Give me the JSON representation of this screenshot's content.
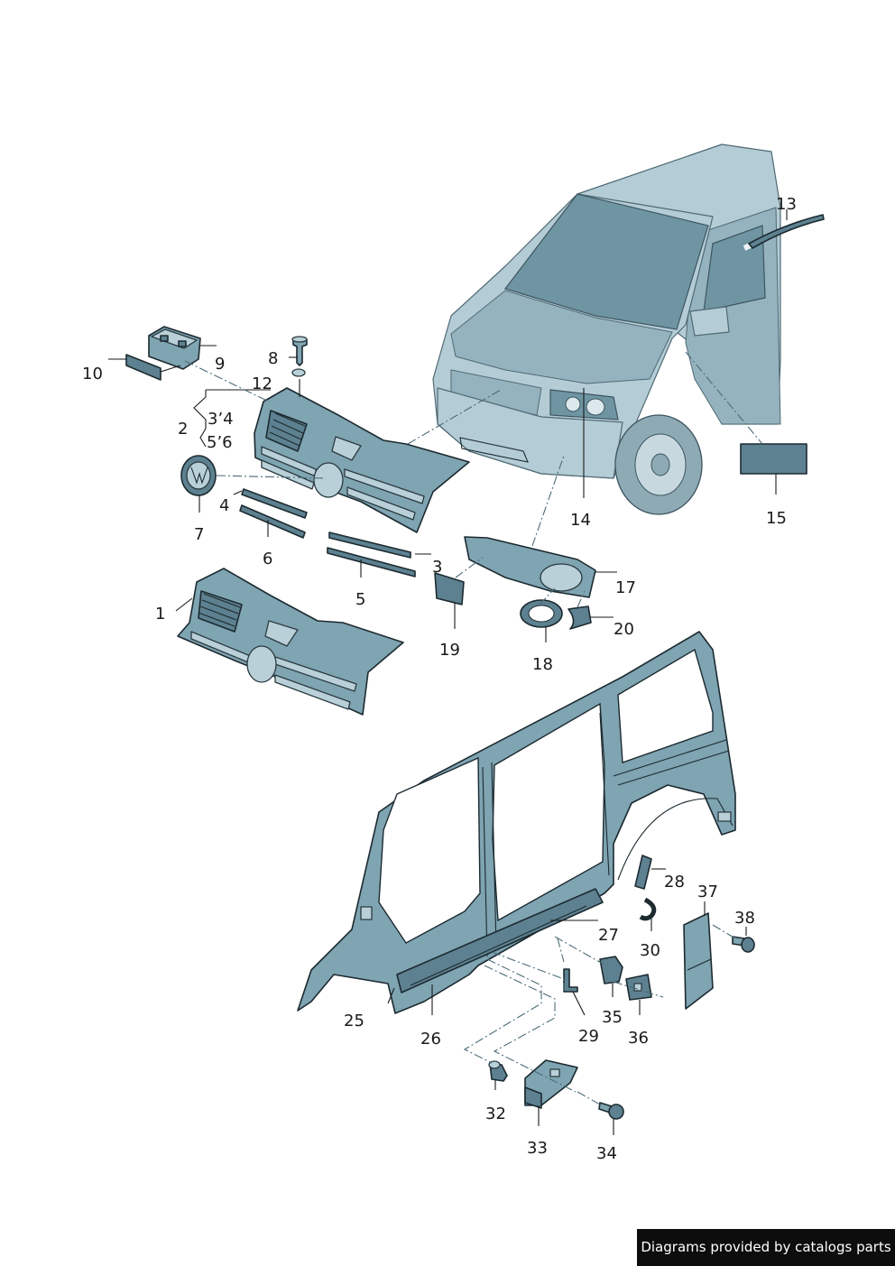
{
  "callouts": {
    "c1": "1",
    "c2": "2",
    "c3": "3",
    "c3_4": "3’4",
    "c4": "4",
    "c5": "5",
    "c5_6": "5’6",
    "c6": "6",
    "c7": "7",
    "c8": "8",
    "c9": "9",
    "c10": "10",
    "c12": "12",
    "c13": "13",
    "c14": "14",
    "c15": "15",
    "c17": "17",
    "c18": "18",
    "c19": "19",
    "c20": "20",
    "c25": "25",
    "c26": "26",
    "c27": "27",
    "c28": "28",
    "c29": "29",
    "c30": "30",
    "c32": "32",
    "c33": "33",
    "c34": "34",
    "c35": "35",
    "c36": "36",
    "c37": "37",
    "c38": "38"
  },
  "footer": {
    "text": "Diagrams provided by catalogs parts"
  },
  "colors": {
    "part": "#7fa4b2",
    "outline": "#1c2a30",
    "van": "#b4ccd5",
    "footer_bg": "#0d0d0d"
  }
}
